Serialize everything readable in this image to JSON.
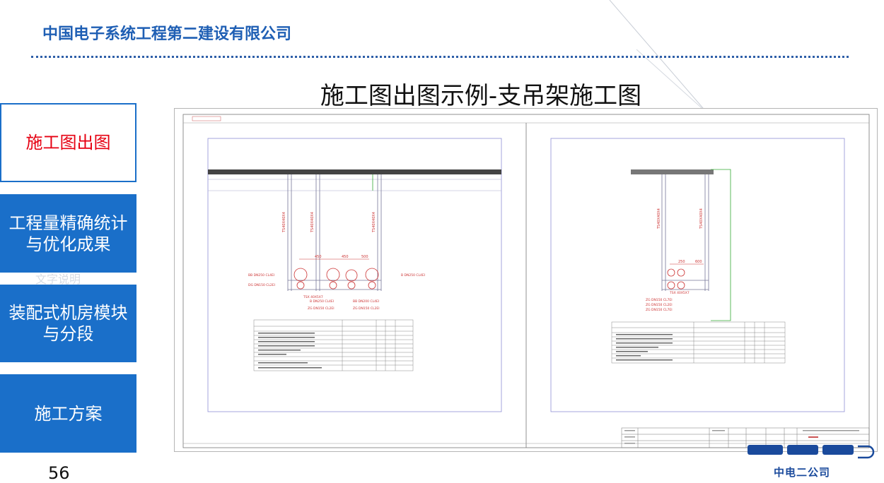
{
  "header": {
    "company_name": "中国电子系统工程第二建设有限公司"
  },
  "slide": {
    "title": "施工图出图示例-支吊架施工图",
    "page_number": "56",
    "faint_caption": "文字说明"
  },
  "nav": {
    "items": [
      {
        "label": "施工图出图",
        "active": true
      },
      {
        "label": "工程量精确统计与优化成果",
        "active": false
      },
      {
        "label": "装配式机房模块与分段",
        "active": false
      },
      {
        "label": "施工方案",
        "active": false
      }
    ]
  },
  "logo": {
    "text": "中电二公司"
  },
  "colors": {
    "accent_blue": "#1a6fc9",
    "company_blue": "#1f5fb4",
    "active_red": "#e60012"
  }
}
